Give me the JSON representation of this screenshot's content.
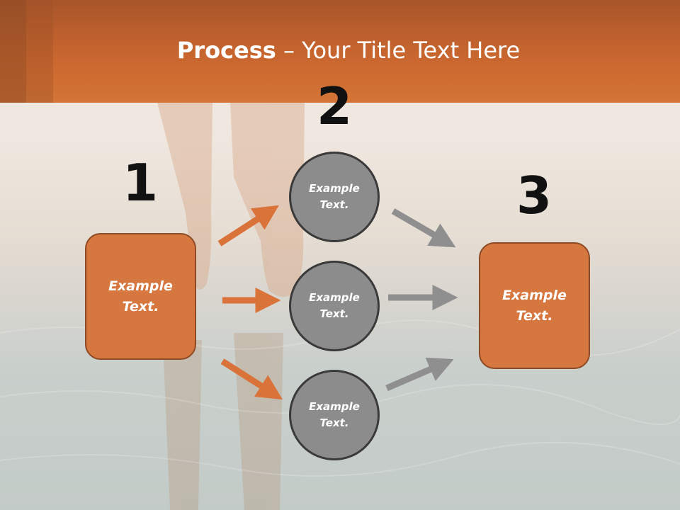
{
  "slide": {
    "title_bold": "Process",
    "title_rest": " – Your Title Text Here",
    "step_numbers": [
      "1",
      "2",
      "3"
    ],
    "left_box": {
      "line1": "Example",
      "line2": "Text."
    },
    "right_box": {
      "line1": "Example",
      "line2": "Text."
    },
    "circles": [
      {
        "line1": "Example",
        "line2": "Text."
      },
      {
        "line1": "Example",
        "line2": "Text."
      },
      {
        "line1": "Example",
        "line2": "Text."
      }
    ]
  },
  "colors": {
    "accent": "#d5773f",
    "accent_dark": "#8e4a25",
    "circle_fill": "#8c8c8c",
    "arrow_orange": "#d9733a",
    "arrow_gray": "#8f8f8f"
  }
}
